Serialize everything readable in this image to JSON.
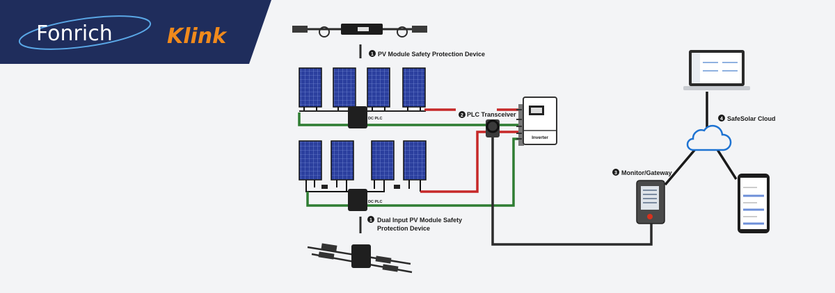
{
  "brand": {
    "fonrich": "Fonrich",
    "klink": "Klink",
    "banner_color": "#1f2d5c",
    "accent": "#f08a1c"
  },
  "labels": {
    "pv_device": {
      "num": "1",
      "text": "PV Module Safety Protection Device"
    },
    "plc": {
      "num": "2",
      "text": "PLC Transceiver"
    },
    "dual_line1": "Dual Input PV Module Safety",
    "dual_line2": "Protection Device",
    "dual_num": "1",
    "monitor": {
      "num": "3",
      "text": "Monitor/Gateway"
    },
    "cloud": {
      "num": "4",
      "text": "SafeSolar Cloud"
    },
    "dc_plc_top": "DC PLC",
    "dc_plc_bottom": "DC PLC",
    "inverter": "Inverter"
  },
  "colors": {
    "wire_green": "#2e7d32",
    "wire_red": "#c62828",
    "cable_dark": "#2b2b2b",
    "panel_blue": "#2b3f9e",
    "cloud_blue": "#1e73d2"
  }
}
